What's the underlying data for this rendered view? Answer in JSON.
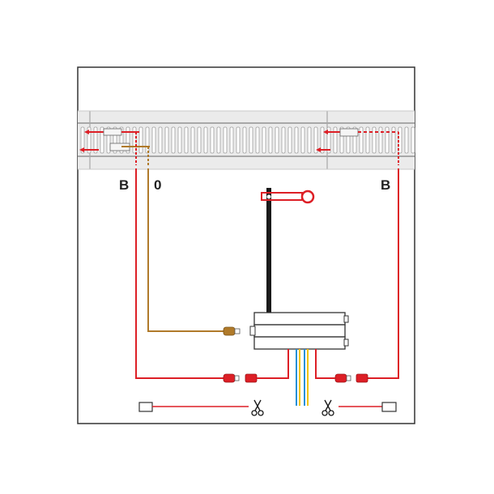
{
  "labels": {
    "left_b": "B",
    "zero": "0",
    "right_b": "B"
  },
  "colors": {
    "red": "#dd1f26",
    "brown": "#b07a2a",
    "black": "#1a1a1a",
    "yellow": "#f2c300",
    "blue": "#1e90d8",
    "outline": "#333333",
    "track_gray": "#b8b8b8"
  },
  "icons": {
    "cut_marks": "scissors-icon",
    "signal": "semaphore-signal-icon"
  }
}
